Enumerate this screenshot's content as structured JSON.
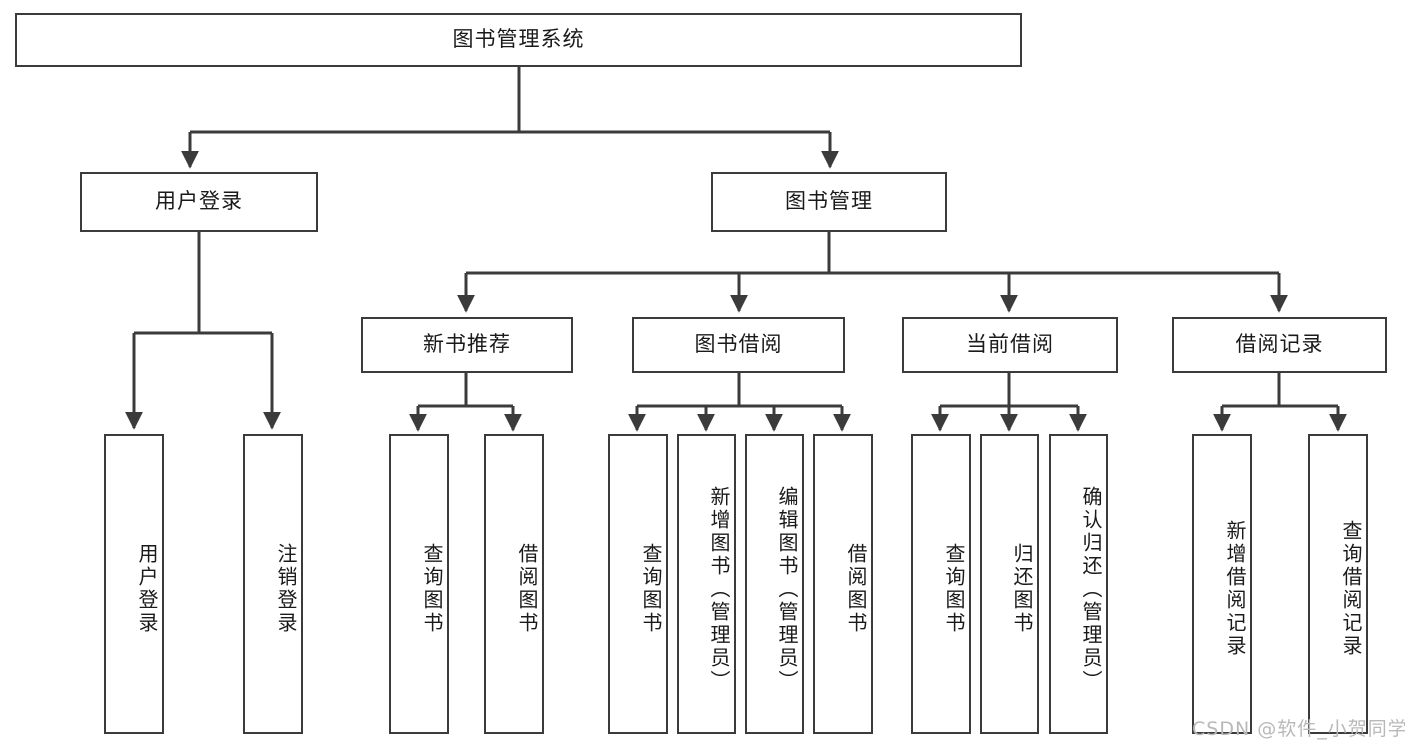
{
  "diagram": {
    "type": "tree-hierarchy",
    "title": "图书管理系统",
    "watermark": "CSDN @软件_小贺同学",
    "colors": {
      "box_border": "#3b3b3b",
      "box_fill": "#ffffff",
      "edge": "#3b3b3b",
      "text": "#1a1a1a",
      "watermark": "#b9b9b9",
      "background": "#ffffff"
    },
    "levels": {
      "root": {
        "label": "图书管理系统",
        "orientation": "horizontal"
      },
      "level2": [
        {
          "label": "用户登录",
          "orientation": "horizontal"
        },
        {
          "label": "图书管理",
          "orientation": "horizontal"
        }
      ],
      "level3": [
        {
          "label": "新书推荐",
          "orientation": "horizontal",
          "parent": "图书管理"
        },
        {
          "label": "图书借阅",
          "orientation": "horizontal",
          "parent": "图书管理"
        },
        {
          "label": "当前借阅",
          "orientation": "horizontal",
          "parent": "图书管理"
        },
        {
          "label": "借阅记录",
          "orientation": "horizontal",
          "parent": "图书管理"
        }
      ],
      "leaves": [
        {
          "label": "用户登录",
          "orientation": "vertical",
          "parent": "用户登录"
        },
        {
          "label": "注销登录",
          "orientation": "vertical",
          "parent": "用户登录"
        },
        {
          "label": "查询图书",
          "orientation": "vertical",
          "parent": "新书推荐"
        },
        {
          "label": "借阅图书",
          "orientation": "vertical",
          "parent": "新书推荐"
        },
        {
          "label": "查询图书",
          "orientation": "vertical",
          "parent": "图书借阅"
        },
        {
          "label": "新增图书（管理员）",
          "orientation": "vertical",
          "parent": "图书借阅"
        },
        {
          "label": "编辑图书（管理员）",
          "orientation": "vertical",
          "parent": "图书借阅"
        },
        {
          "label": "借阅图书",
          "orientation": "vertical",
          "parent": "图书借阅"
        },
        {
          "label": "查询图书",
          "orientation": "vertical",
          "parent": "当前借阅"
        },
        {
          "label": "归还图书",
          "orientation": "vertical",
          "parent": "当前借阅"
        },
        {
          "label": "确认归还（管理员）",
          "orientation": "vertical",
          "parent": "当前借阅"
        },
        {
          "label": "新增借阅记录",
          "orientation": "vertical",
          "parent": "借阅记录"
        },
        {
          "label": "查询借阅记录",
          "orientation": "vertical",
          "parent": "借阅记录"
        }
      ]
    }
  }
}
